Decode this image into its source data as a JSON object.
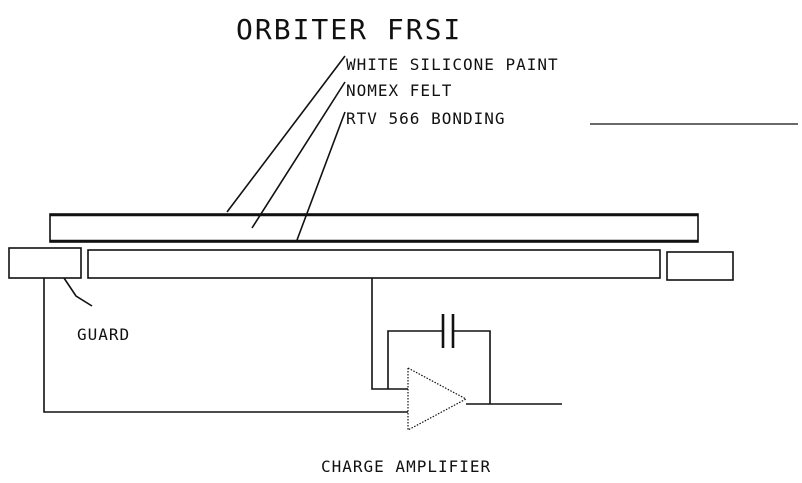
{
  "title": "ORBITER FRSI",
  "layers": {
    "paint": "WHITE SILICONE PAINT",
    "felt": "NOMEX FELT",
    "bonding": "RTV 566 BONDING"
  },
  "labels": {
    "guard": "GUARD",
    "amplifier": "CHARGE AMPLIFIER"
  },
  "colors": {
    "ink": "#111111",
    "background": "#ffffff"
  }
}
